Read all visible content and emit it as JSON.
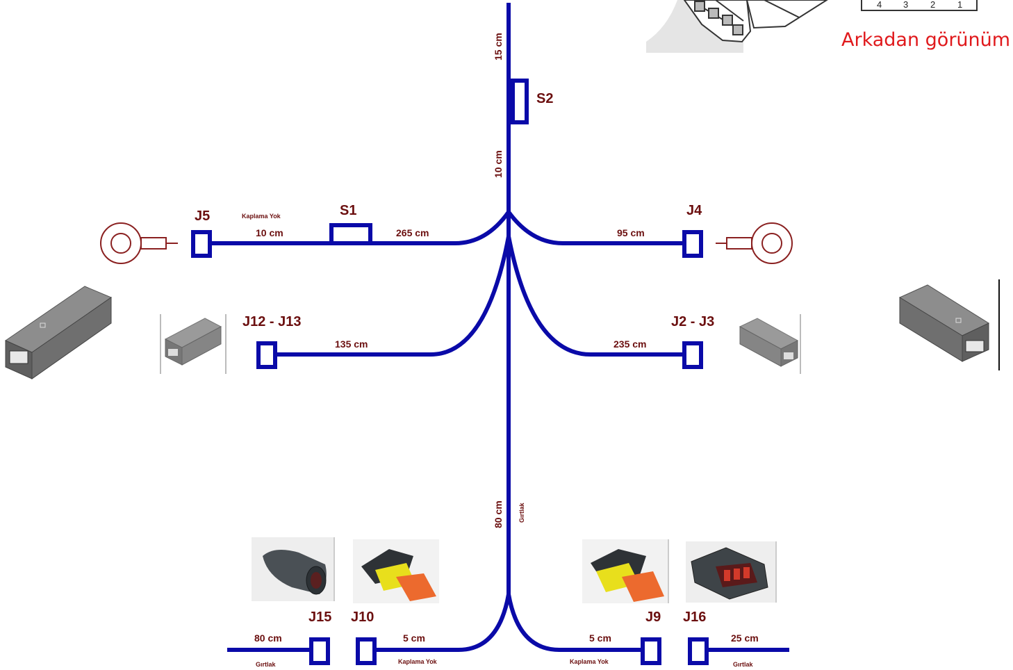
{
  "colors": {
    "wire": "#0a0aa8",
    "label": "#6b0f0f",
    "rear_view_title": "#e0191c",
    "connector_grey": "#7a7a7a"
  },
  "rear_view": {
    "title": "Arkadan görünüm",
    "pin_numbers": [
      "4",
      "3",
      "2",
      "1"
    ]
  },
  "connectors": {
    "s2": "S2",
    "s1": "S1",
    "j5": "J5",
    "j4": "J4",
    "j12_j13": "J12 - J13",
    "j2_j3": "J2 - J3",
    "j15": "J15",
    "j10": "J10",
    "j9": "J9",
    "j16": "J16"
  },
  "lengths": {
    "trunk_top": "15 cm",
    "trunk_mid": "10 cm",
    "trunk_bottom": "80 cm",
    "j5_to_s1": "10 cm",
    "s1_branch": "265 cm",
    "j4_branch": "95 cm",
    "j12_branch": "135 cm",
    "j2_branch": "235 cm",
    "j15_branch": "80 cm",
    "j10_branch": "5 cm",
    "j9_branch": "5 cm",
    "j16_branch": "25 cm"
  },
  "notes": {
    "j5_note": "Kaplama Yok",
    "trunk_bottom_note": "Gırtlak",
    "j15_note": "Gırtlak",
    "j10_note": "Kaplama Yok",
    "j9_note": "Kaplama Yok",
    "j16_note": "Gırtlak"
  },
  "icons": {
    "ring_terminal_left": "ring-terminal-icon",
    "ring_terminal_right": "ring-terminal-icon",
    "grey_housing": "connector-housing-icon",
    "sealed_connector": "sealed-connector-icon"
  }
}
